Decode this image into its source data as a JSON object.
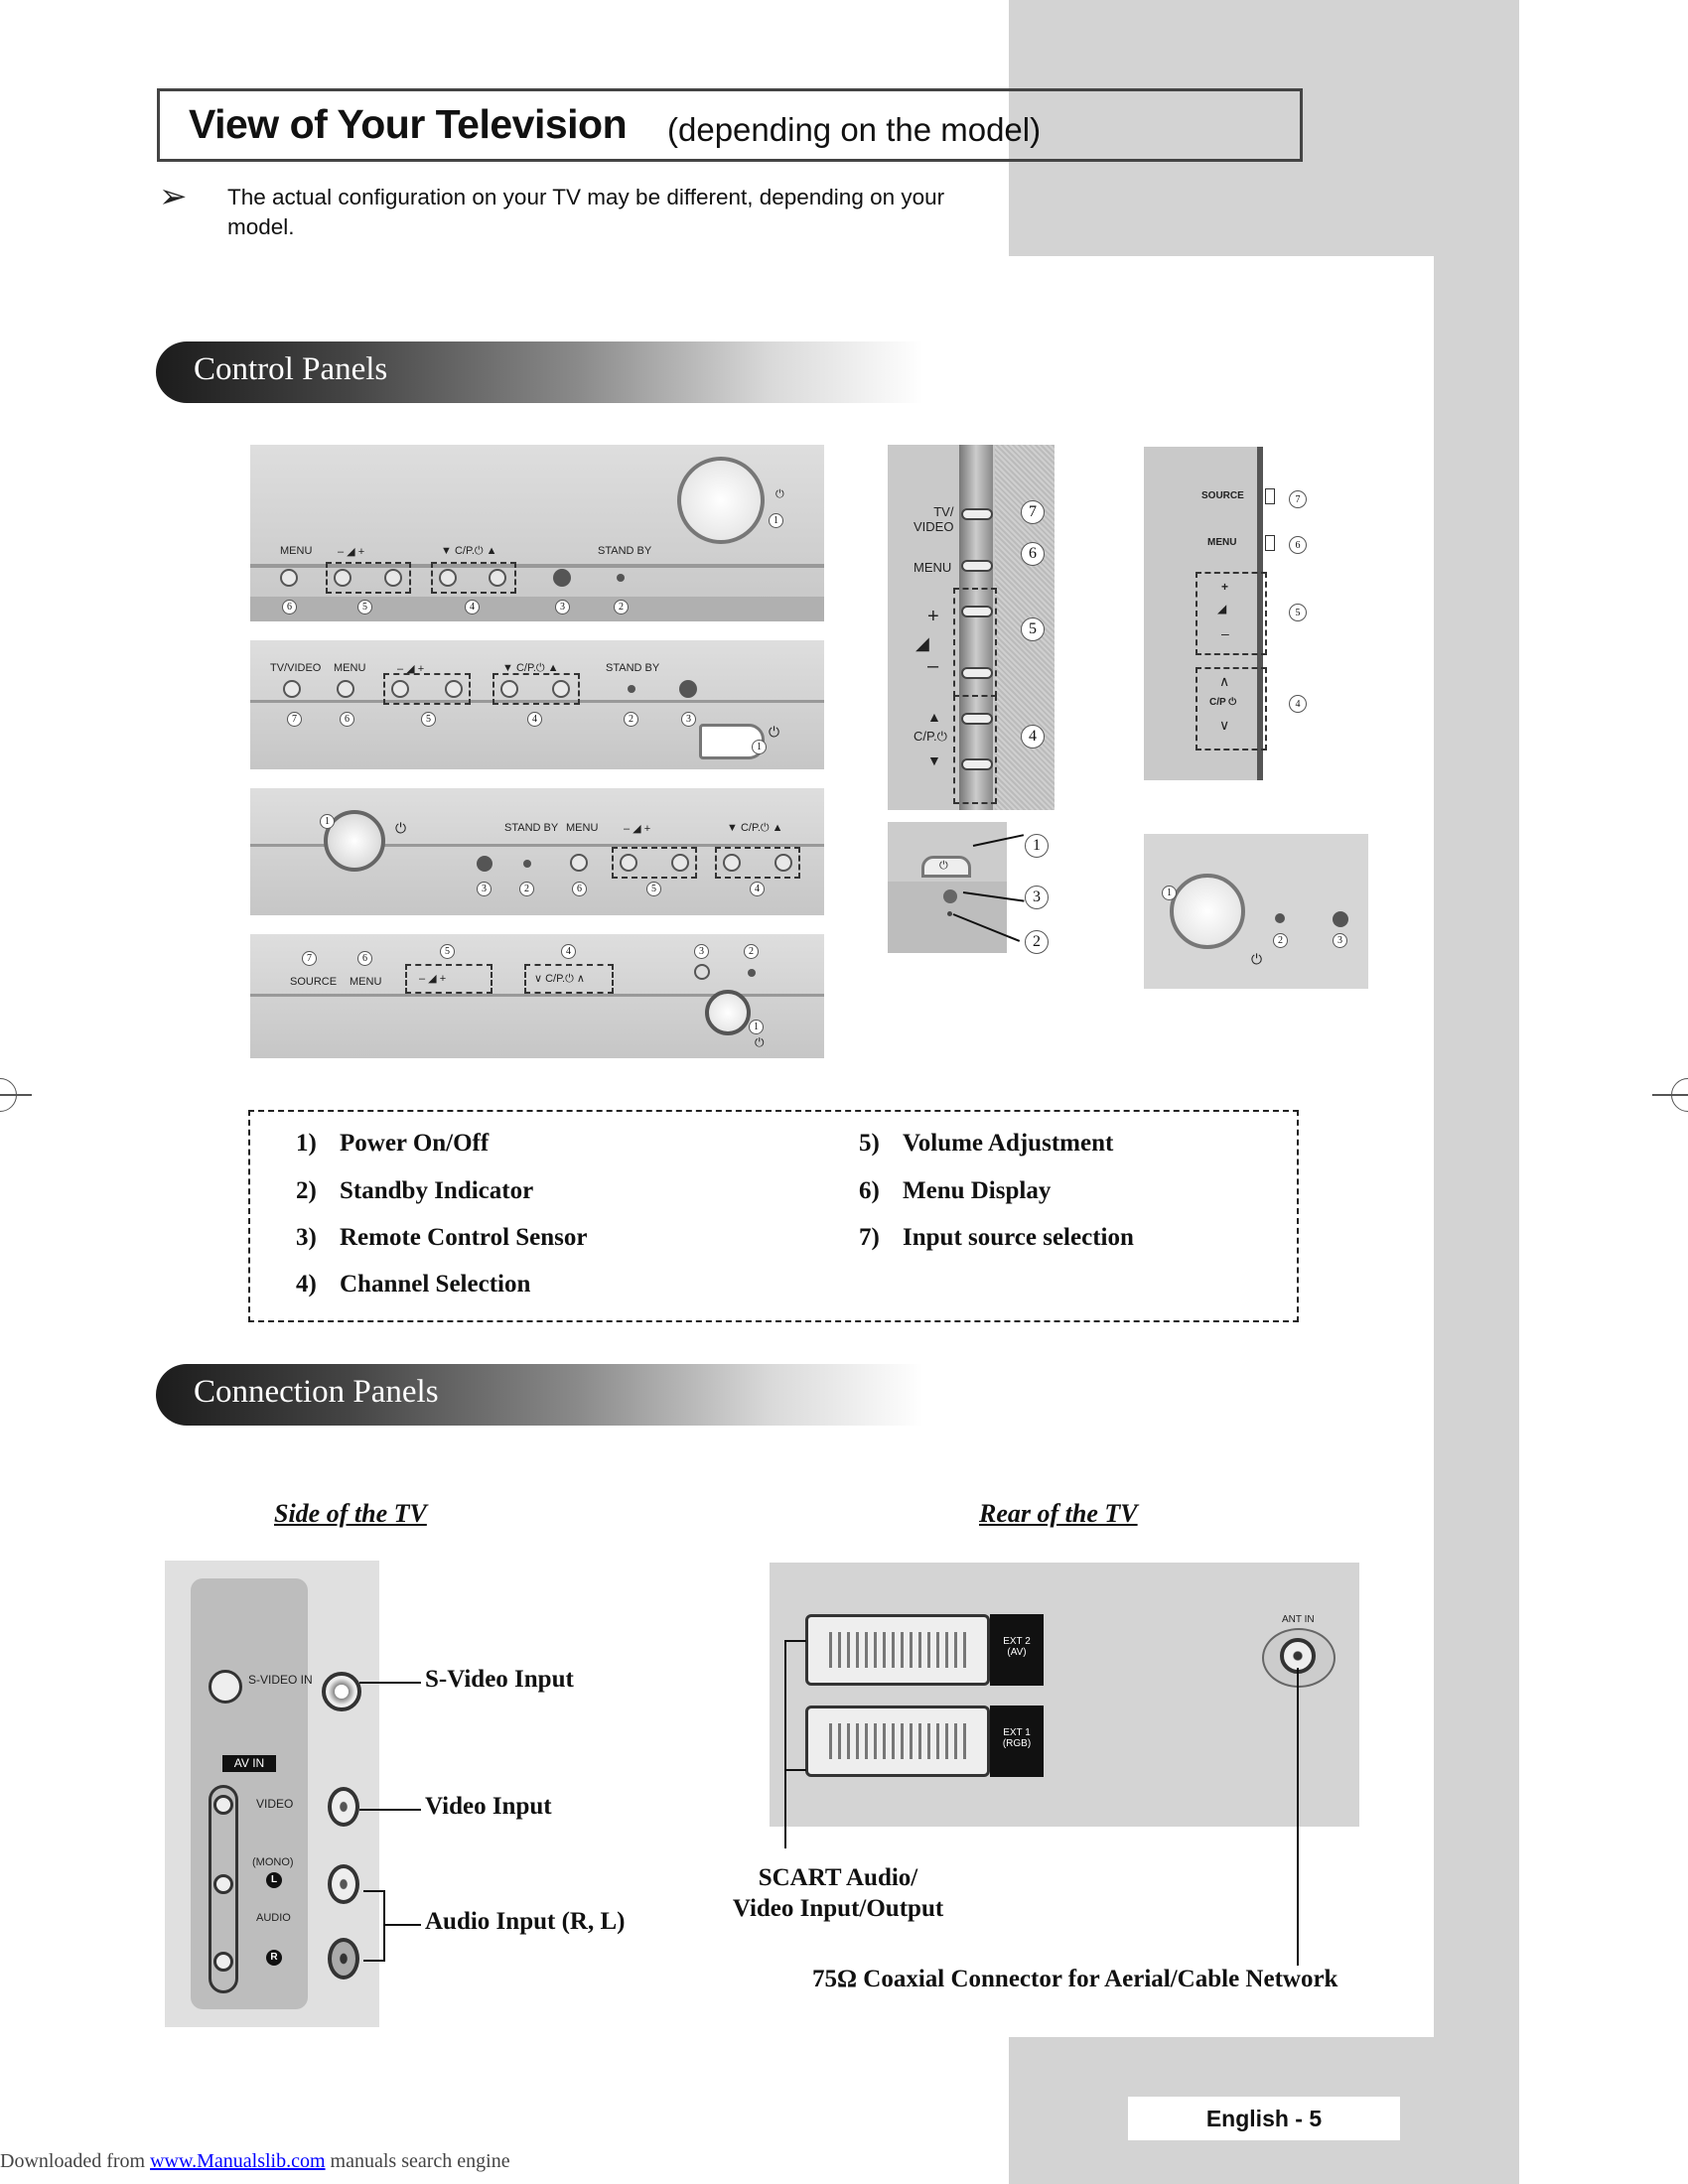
{
  "header": {
    "title": "View of Your Television",
    "subtitle": "(depending on the model)",
    "note_arrow": "➢",
    "note": "The actual configuration on your TV may be different, depending on your model."
  },
  "sections": {
    "control": "Control Panels",
    "connection": "Connection Panels"
  },
  "panel_labels": {
    "menu": "MENU",
    "standby": "STAND BY",
    "tvvideo": "TV/VIDEO",
    "tv_slash": "TV/",
    "video": "VIDEO",
    "source": "SOURCE",
    "cp": "C/P.",
    "cp_short": "C/P",
    "minus": "–",
    "plus": "+"
  },
  "legend": [
    {
      "num": "1)",
      "text": "Power On/Off"
    },
    {
      "num": "2)",
      "text": "Standby Indicator"
    },
    {
      "num": "3)",
      "text": "Remote Control Sensor"
    },
    {
      "num": "4)",
      "text": "Channel Selection"
    },
    {
      "num": "5)",
      "text": "Volume Adjustment"
    },
    {
      "num": "6)",
      "text": "Menu Display"
    },
    {
      "num": "7)",
      "text": "Input source selection"
    }
  ],
  "side": {
    "heading": "Side of the TV",
    "svideo_in": "S-VIDEO IN",
    "av_in": "AV IN",
    "video": "VIDEO",
    "mono": "(MONO)",
    "l": "L",
    "audio": "AUDIO",
    "r": "R",
    "svideo_input": "S-Video Input",
    "video_input": "Video Input",
    "audio_input": "Audio Input (R, L)"
  },
  "rear": {
    "heading": "Rear of the TV",
    "ext2": "EXT 2",
    "ext2_sub": "(AV)",
    "ext1": "EXT 1",
    "ext1_sub": "(RGB)",
    "ant_in": "ANT IN",
    "scart_line1": "SCART Audio/",
    "scart_line2": "Video Input/Output",
    "coax": "75Ω Coaxial Connector for Aerial/Cable Network"
  },
  "footer": {
    "page": "English - 5",
    "downloaded_from": "Downloaded from",
    "link": "www.Manualslib.com",
    "tail": "manuals search engine"
  }
}
